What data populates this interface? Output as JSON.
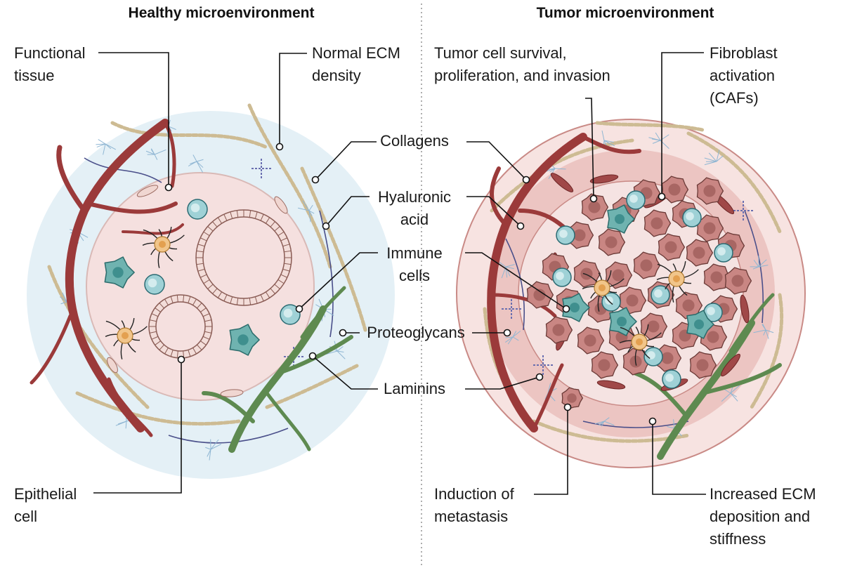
{
  "healthy": {
    "title": "Healthy microenvironment",
    "functional_tissue": [
      "Functional",
      "tissue"
    ],
    "normal_ecm": [
      "Normal ECM",
      "density"
    ],
    "epithelial_cell": [
      "Epithelial",
      "cell"
    ]
  },
  "shared": {
    "collagens": "Collagens",
    "hyaluronic_acid": [
      "Hyaluronic",
      "acid"
    ],
    "immune_cells": [
      "Immune",
      "cells"
    ],
    "proteoglycans": "Proteoglycans",
    "laminins": "Laminins"
  },
  "tumor": {
    "title": "Tumor microenvironment",
    "tumor_cell_survival": [
      "Tumor cell survival,",
      "proliferation, and invasion"
    ],
    "fibroblast_activation": [
      "Fibroblast",
      "activation",
      "(CAFs)"
    ],
    "induction_metastasis": [
      "Induction of",
      "metastasis"
    ],
    "increased_ecm": [
      "Increased ECM",
      "deposition and",
      "stiffness"
    ]
  },
  "colors": {
    "vessel": "#9b3a3a",
    "lymph": "#5e8a50",
    "tissue_fill": "#f5e0df",
    "halo": "#e4f0f6",
    "tumor_ring": "#ecc5c2",
    "tumor_cell": "#c98683",
    "immune": "#9fd1d6",
    "macrophage": "#6fb3b0",
    "dendritic": "#f1c58a",
    "collagen": "#cdbb93",
    "proteoglycan": "#4a4f8a",
    "leader": "#111111"
  }
}
